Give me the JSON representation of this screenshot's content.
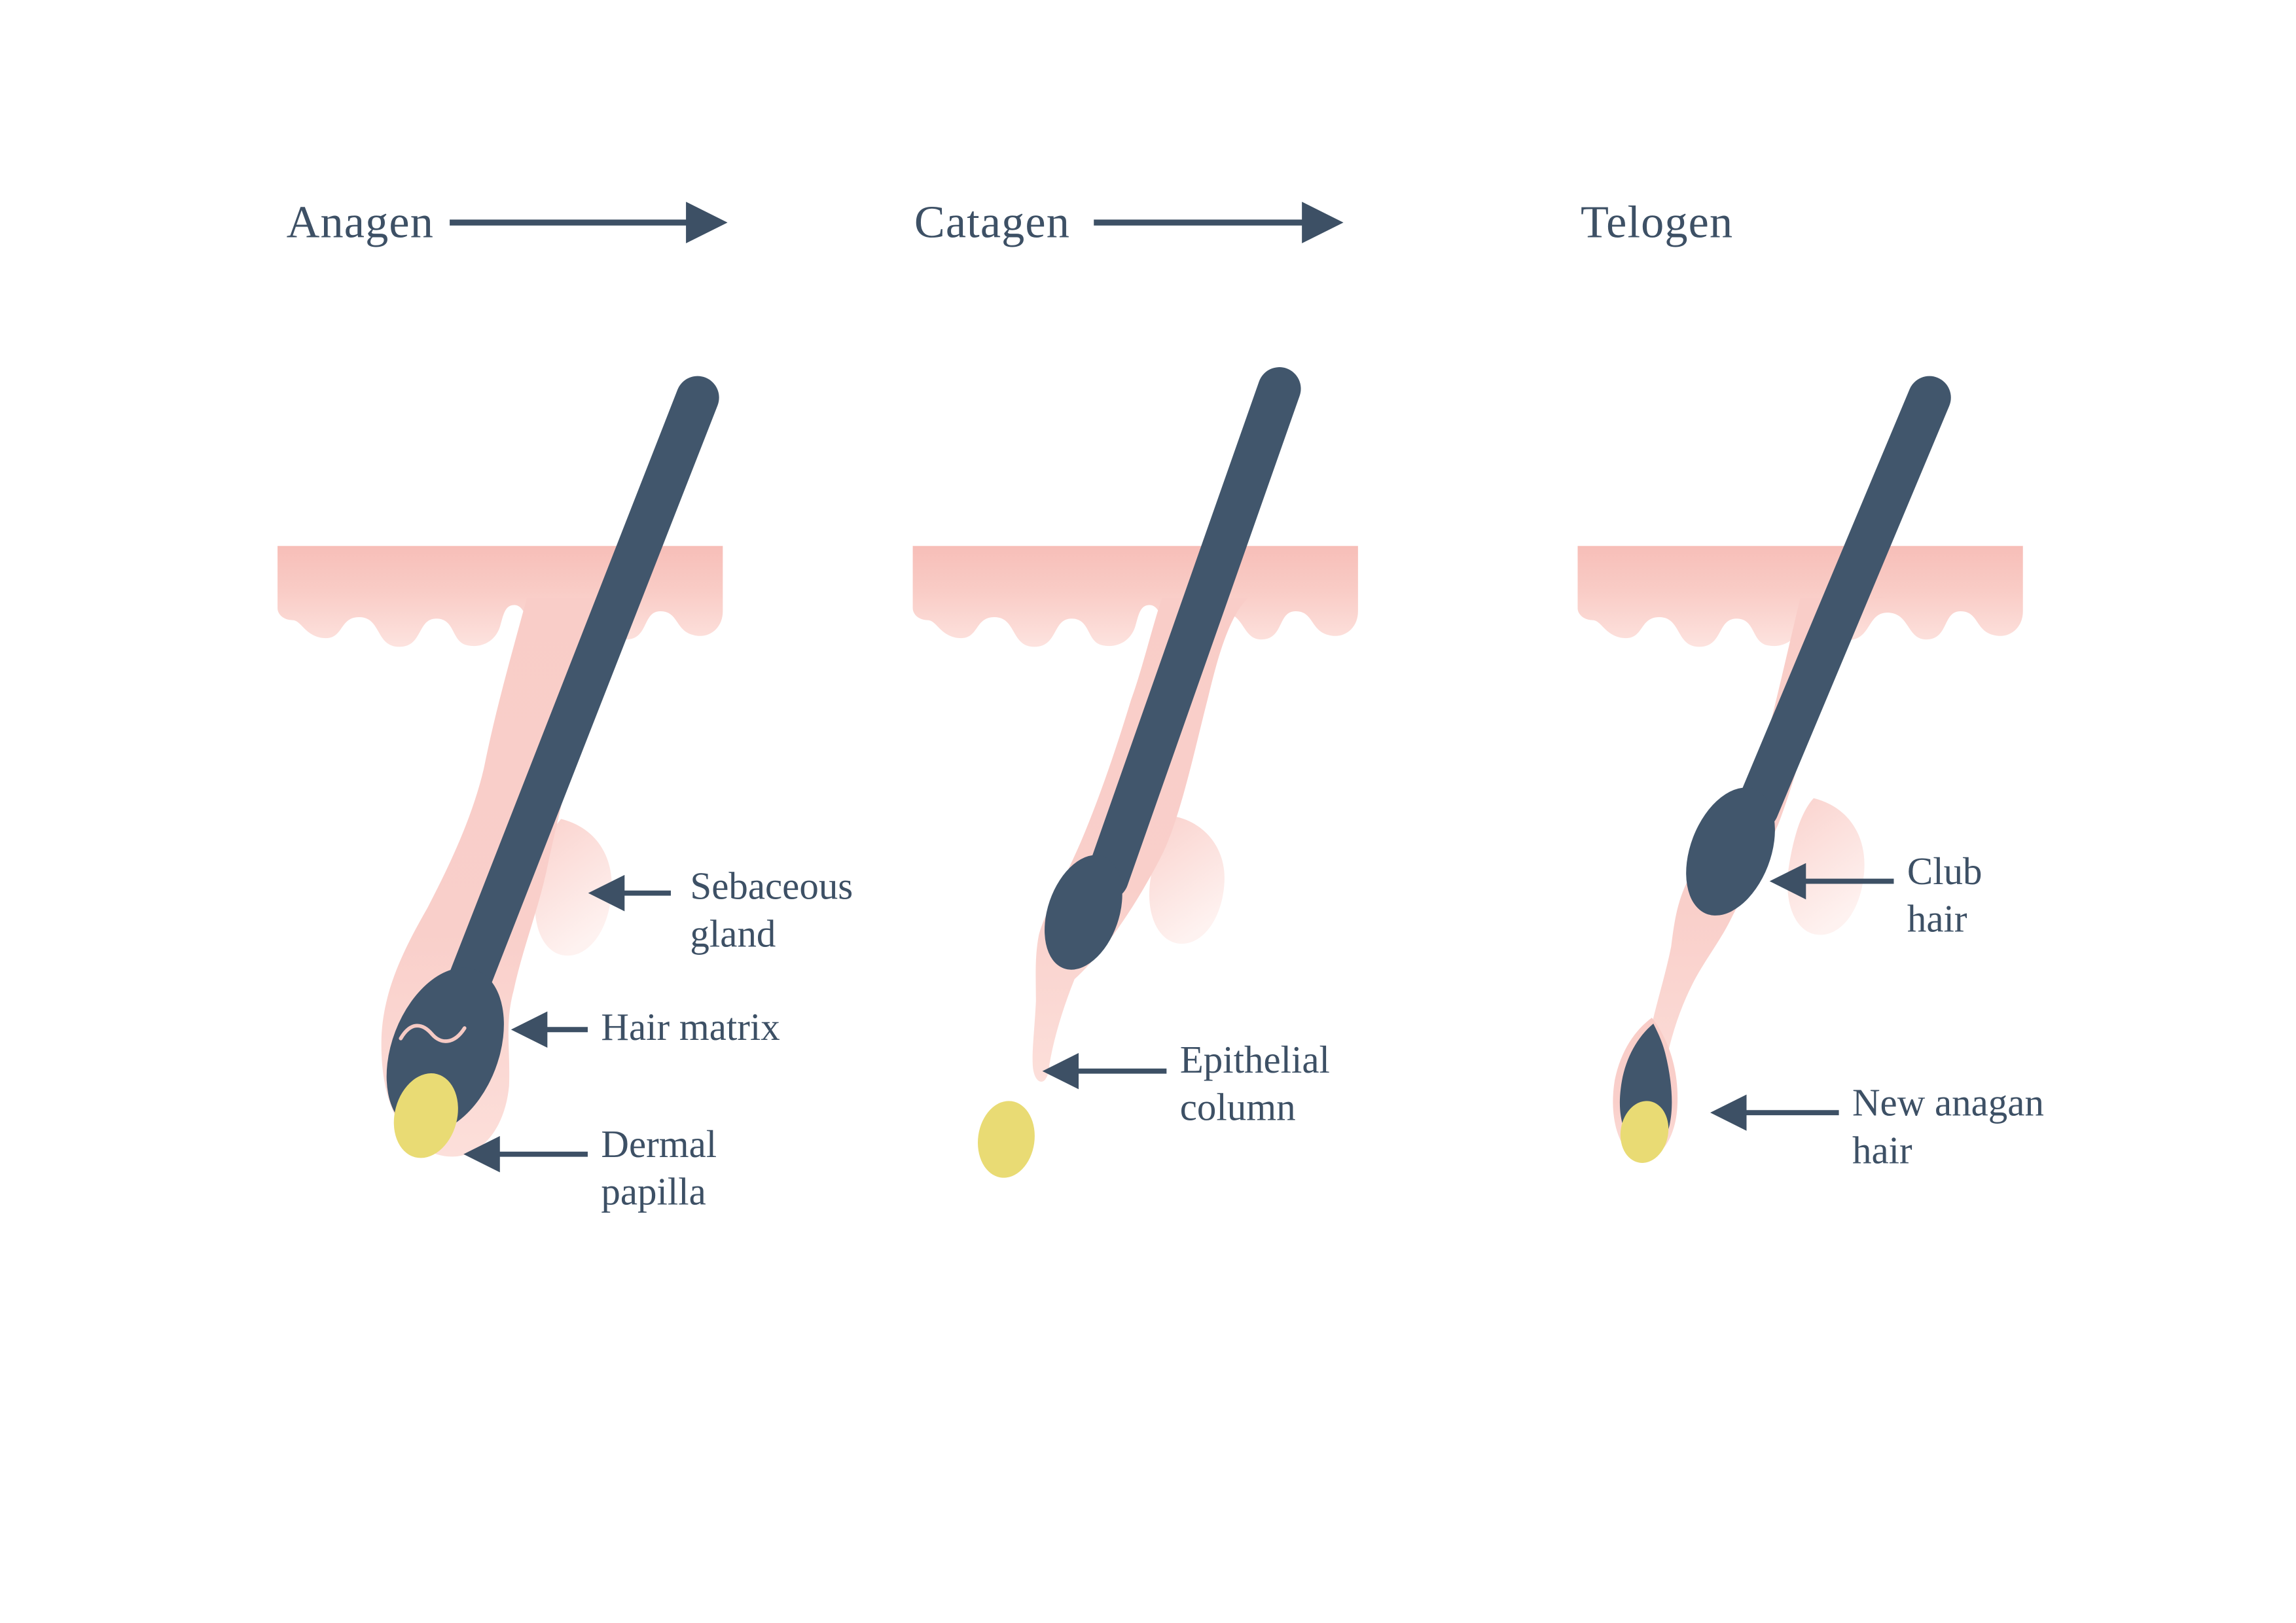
{
  "colors": {
    "ink": "#3d5065",
    "hair": "#41566c",
    "skin_pink": "#f7beb8",
    "skin_pink_light": "#fde3df",
    "papilla_yellow": "#e9db74"
  },
  "headers": [
    {
      "label": "Anagen",
      "arrow": true
    },
    {
      "label": "Catagen",
      "arrow": true
    },
    {
      "label": "Telogen",
      "arrow": false
    }
  ],
  "annotations": {
    "sebaceous_gland": {
      "line1": "Sebaceous",
      "line2": "gland"
    },
    "hair_matrix": {
      "line1": "Hair matrix"
    },
    "dermal_papilla": {
      "line1": "Dermal",
      "line2": "papilla"
    },
    "epithelial_column": {
      "line1": "Epithelial",
      "line2": "column"
    },
    "club_hair": {
      "line1": "Club",
      "line2": "hair"
    },
    "new_anagen_hair": {
      "line1": "New anagan",
      "line2": "hair"
    }
  }
}
